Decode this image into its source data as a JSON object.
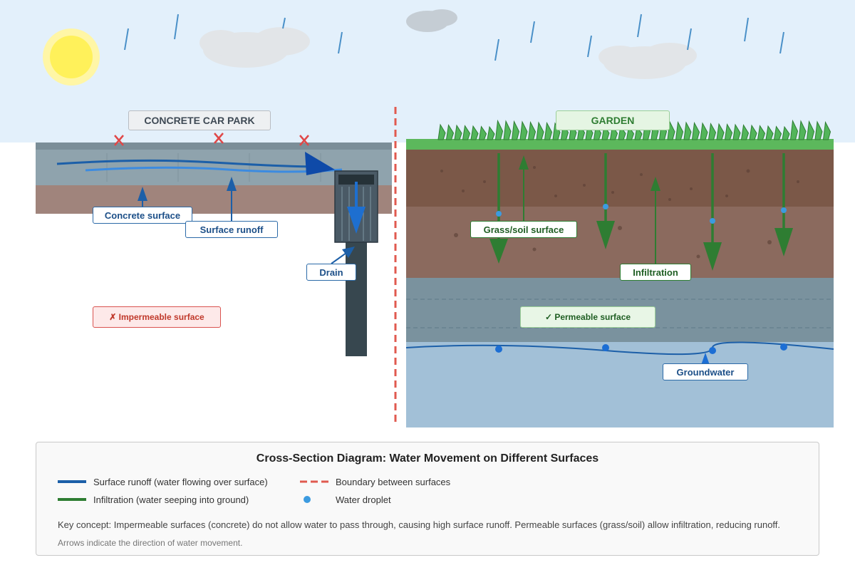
{
  "labels": {
    "car_park_title": "CONCRETE CAR PARK",
    "garden_title": "GARDEN",
    "concrete_surface": "Concrete surface",
    "surface_runoff": "Surface runoff",
    "drain": "Drain",
    "impermeable": "✗ Impermeable surface",
    "grass_soil": "Grass/soil surface",
    "infiltration": "Infiltration",
    "permeable": "✓ Permeable surface",
    "groundwater": "Groundwater"
  },
  "legend": {
    "title": "Cross-Section Diagram: Water Movement on Different Surfaces",
    "items": [
      {
        "symbol": "blue-line",
        "label": "Surface runoff (water flowing over surface)"
      },
      {
        "symbol": "red-dashed-line",
        "label": "Boundary between surfaces"
      },
      {
        "symbol": "green-line",
        "label": "Infiltration (water seeping into ground)"
      },
      {
        "symbol": "blue-dot",
        "label": "Water droplet"
      }
    ],
    "key_concept": "Key concept: Impermeable surfaces (concrete) do not allow water to pass through, causing high surface runoff. Permeable surfaces (grass/soil) allow infiltration, reducing runoff.",
    "note": "Arrows indicate the direction of water movement."
  },
  "colors": {
    "sky": "#e3f0fb",
    "sun": "#fff15a",
    "rain": "#4a90c8",
    "concrete": "#8fa3ad",
    "runoff": "#1c5fa8",
    "infiltration": "#2e7d32",
    "grass": "#5cb85c",
    "soil_top": "#7b5848",
    "soil_lower": "#8b6a5e",
    "groundwater": "#a2c0d7",
    "boundary": "#e05a4f",
    "droplet": "#3c9be0"
  }
}
